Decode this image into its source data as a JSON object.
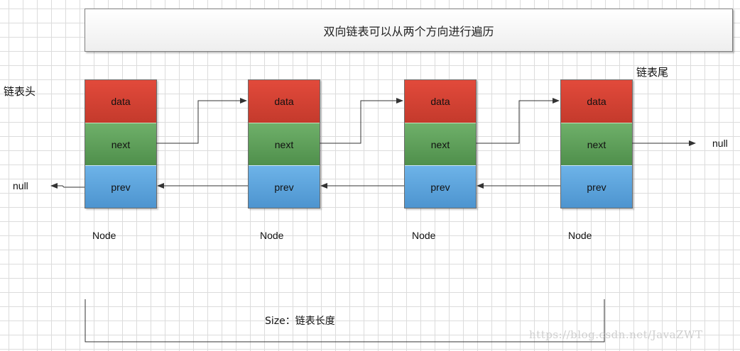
{
  "title": "双向链表可以从两个方向进行遍历",
  "head_label": "链表头",
  "tail_label": "链表尾",
  "null_left": "null",
  "null_right": "null",
  "nodes": [
    {
      "data": "data",
      "next": "next",
      "prev": "prev",
      "caption": "Node"
    },
    {
      "data": "data",
      "next": "next",
      "prev": "prev",
      "caption": "Node"
    },
    {
      "data": "data",
      "next": "next",
      "prev": "prev",
      "caption": "Node"
    },
    {
      "data": "data",
      "next": "next",
      "prev": "prev",
      "caption": "Node"
    }
  ],
  "size_label": "Size：链表长度",
  "watermark": "https://blog.csdn.net/JavaZWT",
  "colors": {
    "data": "#d8463a",
    "next": "#5e9f5a",
    "prev": "#5ca3dc"
  }
}
